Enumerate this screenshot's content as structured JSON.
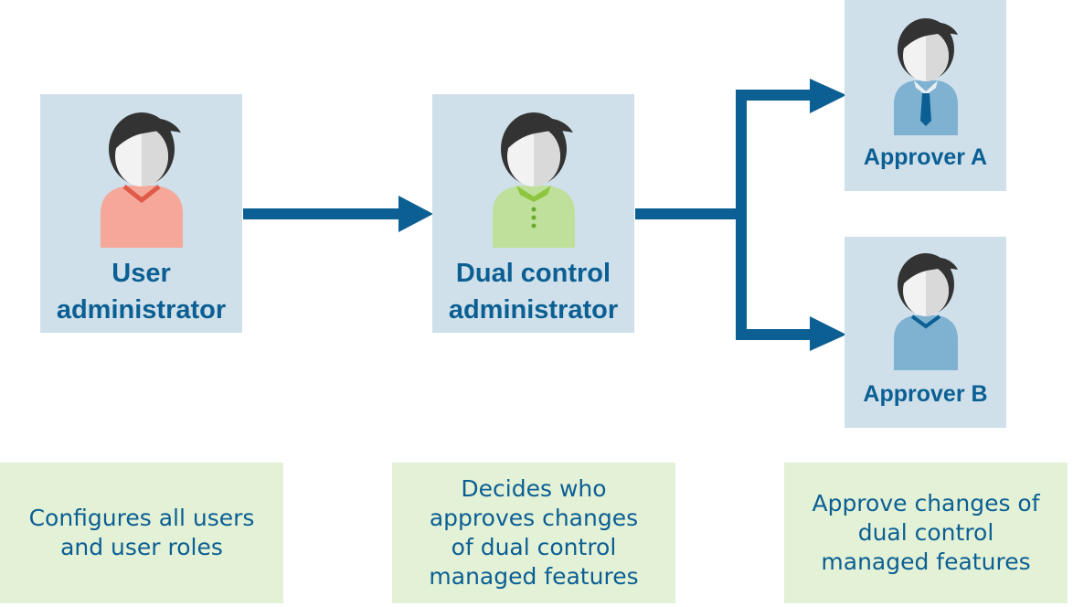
{
  "colors": {
    "card_bg": "#cfe0ea",
    "desc_bg": "#e3f1d6",
    "text_accent": "#0b5f93",
    "arrow": "#0b5f93",
    "hair": "#333333",
    "face_light": "#f2f2f2",
    "face_shade": "#d9d9d9"
  },
  "roles": {
    "user_admin": {
      "label_line1": "User",
      "label_line2": "administrator",
      "icon": "person-red-sweater-icon",
      "shirt_color": "#f5a89a"
    },
    "dual_admin": {
      "label_line1": "Dual control",
      "label_line2": "administrator",
      "icon": "person-green-polo-icon",
      "shirt_color": "#bfe09a"
    },
    "approver_a": {
      "label": "Approver A",
      "icon": "person-blue-shirt-tie-icon",
      "shirt_color": "#7fb1d1"
    },
    "approver_b": {
      "label": "Approver B",
      "icon": "person-blue-sweater-icon",
      "shirt_color": "#7fb1d1"
    }
  },
  "descriptions": {
    "user_admin": "Configures all users\nand user roles",
    "dual_admin": "Decides who\napproves changes\nof dual control\nmanaged features",
    "approvers": "Approve changes of\ndual control\nmanaged features"
  }
}
